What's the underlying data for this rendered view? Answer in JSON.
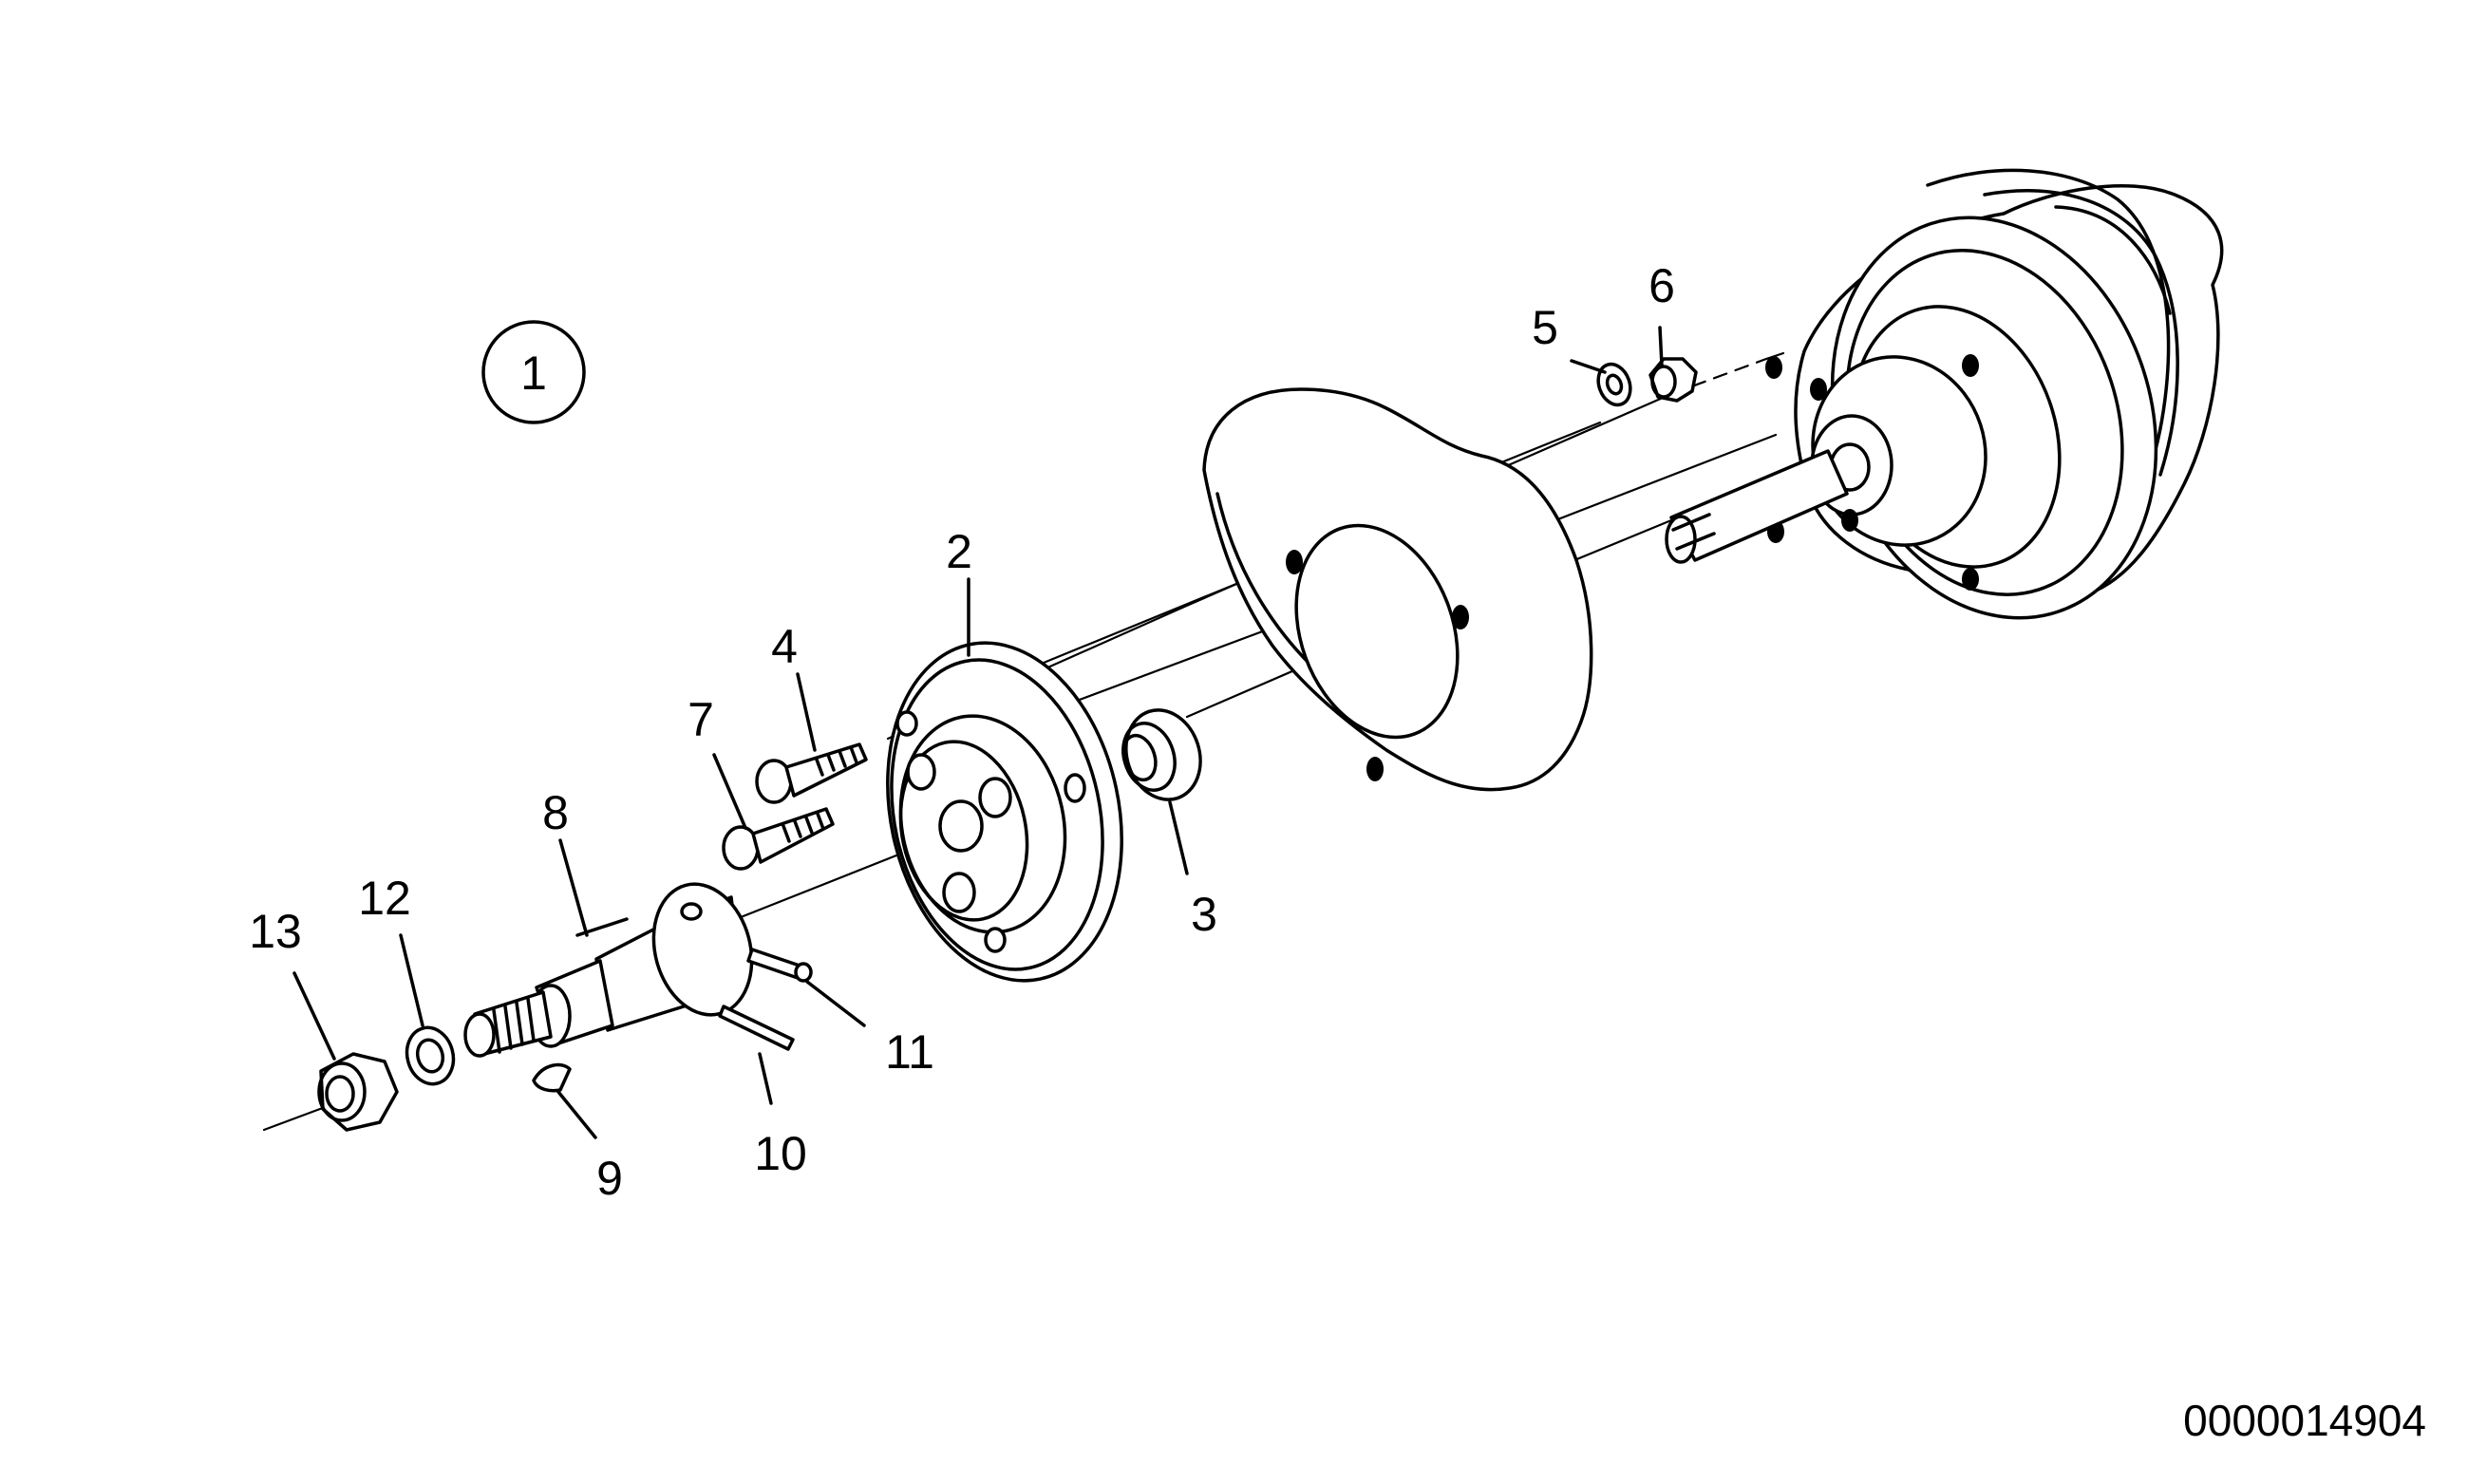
{
  "diagram": {
    "assembly_number": "1",
    "part_numbers": [
      "2",
      "3",
      "4",
      "5",
      "6",
      "7",
      "8",
      "9",
      "10",
      "11",
      "12",
      "13"
    ],
    "drawing_code": "0000014904"
  }
}
